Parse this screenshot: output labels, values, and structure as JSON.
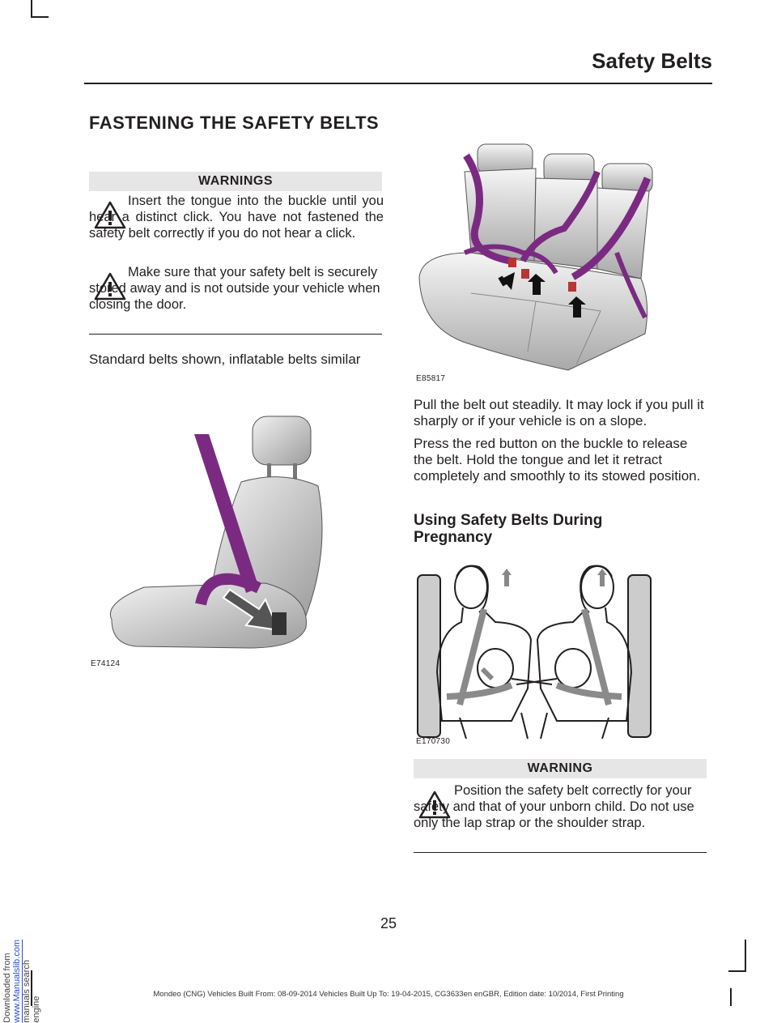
{
  "header": {
    "title": "Safety Belts"
  },
  "left": {
    "heading": "FASTENING THE SAFETY BELTS",
    "warnings_label": "WARNINGS",
    "warning1": "Insert the tongue into the buckle until you hear a distinct click. You have not fastened the safety belt correctly if you do not hear a click.",
    "warning2": "Make sure that your safety belt is securely stored away and is not outside your vehicle when closing the door.",
    "para": "Standard belts shown, inflatable belts similar",
    "seat_caption": "E74124"
  },
  "right": {
    "rear_caption": "E85817",
    "para1": "Pull the belt out steadily. It may lock if you pull it sharply or if your vehicle is on a slope.",
    "para2": "Press the red button on the buckle to release the belt. Hold the tongue and let it retract completely and smoothly to its stowed position.",
    "heading": "Using Safety Belts During Pregnancy",
    "preg_caption": "E170730",
    "warning_label": "WARNING",
    "warning": "Position the safety belt correctly for your safety and that of your unborn child. Do not use only the lap strap or the shoulder strap."
  },
  "page_number": "25",
  "footer": "Mondeo (CNG) Vehicles Built From: 08-09-2014 Vehicles Built Up To: 19-04-2015, CG3633en enGBR, Edition date: 10/2014, First Printing",
  "side_note": {
    "prefix": "Downloaded from ",
    "link": "www.Manualslib.com",
    "suffix": " manuals search engine"
  },
  "colors": {
    "belt": "#7b2a82",
    "warning_bar": "#e6e6e6",
    "text": "#231f20"
  }
}
